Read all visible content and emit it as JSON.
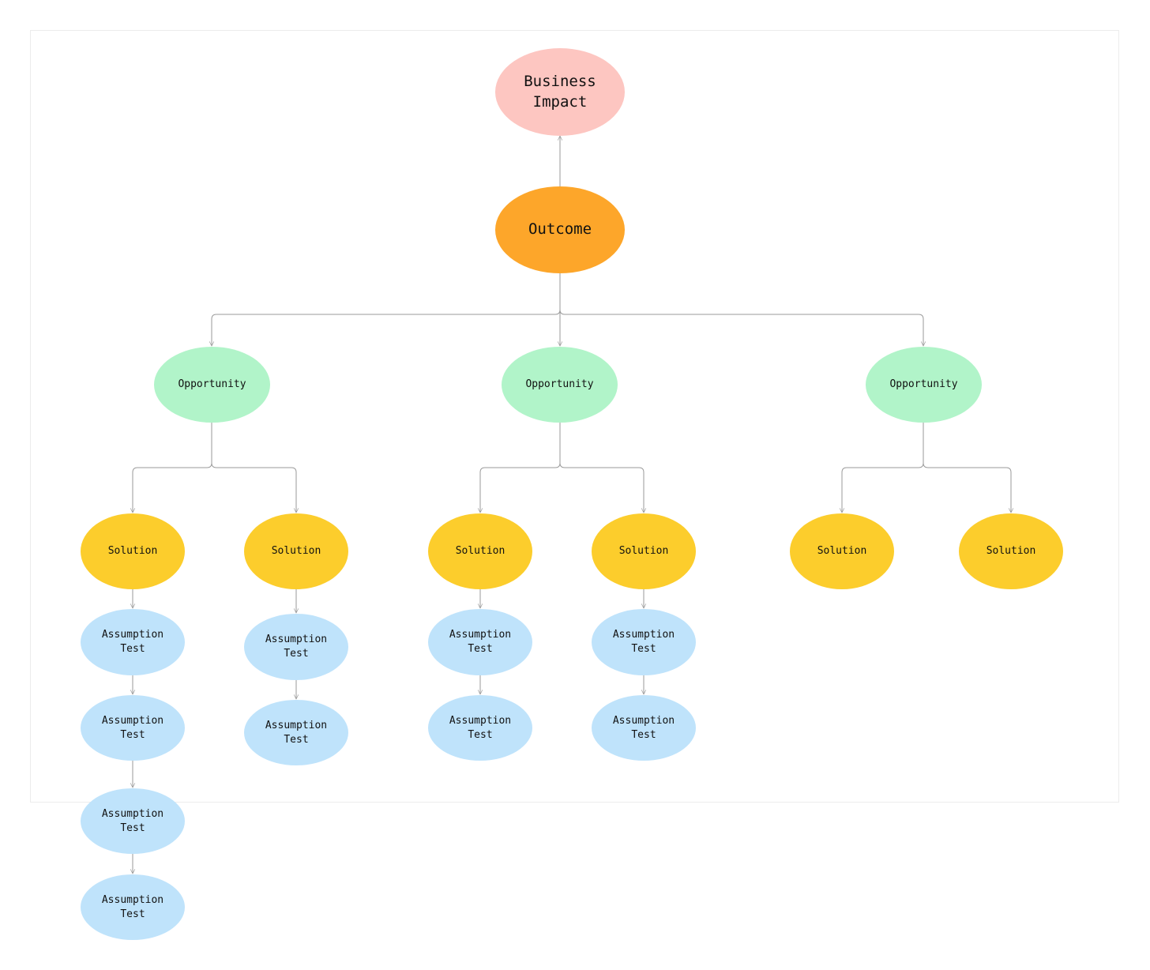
{
  "diagram": {
    "business_impact": "Business\nImpact",
    "outcome": "Outcome",
    "opportunities": [
      "Opportunity",
      "Opportunity",
      "Opportunity"
    ],
    "solutions": [
      "Solution",
      "Solution",
      "Solution",
      "Solution",
      "Solution",
      "Solution"
    ],
    "assumption_tests": [
      "Assumption\nTest",
      "Assumption\nTest",
      "Assumption\nTest",
      "Assumption\nTest",
      "Assumption\nTest",
      "Assumption\nTest",
      "Assumption\nTest",
      "Assumption\nTest",
      "Assumption\nTest",
      "Assumption\nTest"
    ],
    "colors": {
      "business_impact": "#fdc6c1",
      "outcome": "#fda62a",
      "opportunity": "#b1f4c9",
      "solution": "#fccd2c",
      "assumption_test": "#bfe3fb",
      "connector": "#9a9a9a"
    }
  }
}
